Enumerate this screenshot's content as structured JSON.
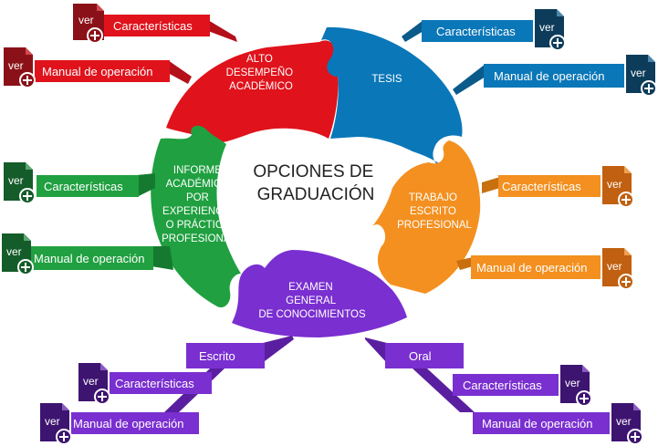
{
  "diagram": {
    "center": {
      "line1": "OPCIONES DE",
      "line2": "GRADUACIÓN"
    },
    "doc_icon": {
      "name": "document-plus-icon",
      "text": "ver"
    },
    "options": [
      {
        "id": "alto",
        "color": "#e0121b",
        "title_lines": [
          "ALTO",
          "DESEMPEÑO",
          "ACADÉMICO"
        ],
        "links": [
          {
            "label": "Características",
            "icon_text": "ver"
          },
          {
            "label": "Manual de operación",
            "icon_text": "ver"
          }
        ]
      },
      {
        "id": "tesis",
        "color": "#0a77b8",
        "title_lines": [
          "TESIS"
        ],
        "links": [
          {
            "label": "Características",
            "icon_text": "ver"
          },
          {
            "label": "Manual de operación",
            "icon_text": "ver"
          }
        ]
      },
      {
        "id": "trabajo",
        "color": "#f39020",
        "title_lines": [
          "TRABAJO",
          "ESCRITO",
          "PROFESIONAL"
        ],
        "links": [
          {
            "label": "Características",
            "icon_text": "ver"
          },
          {
            "label": "Manual de operación",
            "icon_text": "ver"
          }
        ]
      },
      {
        "id": "examen",
        "color": "#7a2fd0",
        "title_lines": [
          "EXAMEN",
          "GENERAL",
          "DE CONOCIMIENTOS"
        ],
        "sub_options": [
          {
            "label": "Escrito",
            "links": [
              {
                "label": "Características",
                "icon_text": "ver"
              },
              {
                "label": "Manual de operación",
                "icon_text": "ver"
              }
            ]
          },
          {
            "label": "Oral",
            "links": [
              {
                "label": "Características",
                "icon_text": "ver"
              },
              {
                "label": "Manual de operación",
                "icon_text": "ver"
              }
            ]
          }
        ]
      },
      {
        "id": "informe",
        "color": "#20a040",
        "title_lines": [
          "INFORME",
          "ACADÉMICO",
          "POR",
          "EXPERIENCIA",
          "O  PRÁCTICA",
          "PROFESIONAL"
        ],
        "links": [
          {
            "label": "Características",
            "icon_text": "ver"
          },
          {
            "label": "Manual de operación",
            "icon_text": "ver"
          }
        ]
      }
    ]
  }
}
